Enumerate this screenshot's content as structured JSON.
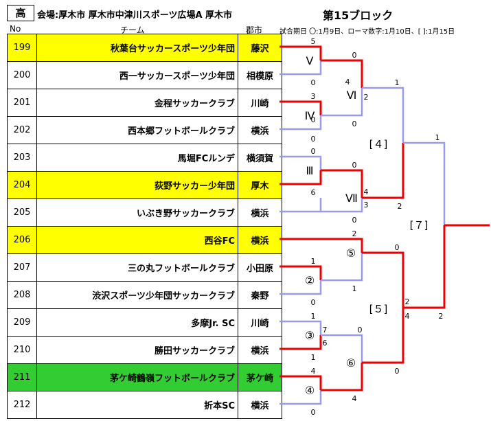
{
  "header": {
    "division": "高",
    "venue": "会場:厚木市  厚木市中津川スポーツ広場A  厚木市",
    "block_title": "第15ブロック",
    "legend": "試合期日 〇:1月9日、ローマ数字:1月10日、[ ]:1月15日",
    "col_no": "No",
    "col_team": "チーム",
    "col_city": "郡市"
  },
  "teams": [
    {
      "no": "199",
      "name": "秋葉台サッカースポーツ少年団",
      "city": "藤沢",
      "highlight": "yellow"
    },
    {
      "no": "200",
      "name": "西一サッカースポーツ少年団",
      "city": "相模原",
      "highlight": "none"
    },
    {
      "no": "201",
      "name": "金程サッカークラブ",
      "city": "川崎",
      "highlight": "none"
    },
    {
      "no": "202",
      "name": "西本郷フットボールクラブ",
      "city": "横浜",
      "highlight": "none"
    },
    {
      "no": "203",
      "name": "馬堀FCルンデ",
      "city": "横須賀",
      "highlight": "none"
    },
    {
      "no": "204",
      "name": "荻野サッカー少年団",
      "city": "厚木",
      "highlight": "yellow"
    },
    {
      "no": "205",
      "name": "いぶき野サッカークラブ",
      "city": "横浜",
      "highlight": "none"
    },
    {
      "no": "206",
      "name": "西谷FC",
      "city": "横浜",
      "highlight": "yellow"
    },
    {
      "no": "207",
      "name": "三の丸フットボールクラブ",
      "city": "小田原",
      "highlight": "none"
    },
    {
      "no": "208",
      "name": "渋沢スポーツ少年団サッカークラブ",
      "city": "秦野",
      "highlight": "none"
    },
    {
      "no": "209",
      "name": "多摩Jr. SC",
      "city": "川崎",
      "highlight": "none"
    },
    {
      "no": "210",
      "name": "勝田サッカークラブ",
      "city": "横浜",
      "highlight": "none"
    },
    {
      "no": "211",
      "name": "茅ケ崎鶴嶺フットボールクラブ",
      "city": "茅ケ崎",
      "highlight": "green"
    },
    {
      "no": "212",
      "name": "折本SC",
      "city": "横浜",
      "highlight": "none"
    }
  ],
  "colors": {
    "winner_line": "#ee0000",
    "loser_line": "#9999ee",
    "yellow": "#ffff00",
    "green": "#33cc33"
  },
  "matches": [
    {
      "label": "Ⅴ",
      "top": "5",
      "bottom": "0"
    },
    {
      "label": "Ⅳ",
      "top": "3",
      "bottom": "0"
    },
    {
      "label": "Ⅲ",
      "top": "0",
      "bottom": "6",
      "extra": "0"
    },
    {
      "label": "②",
      "top": "1",
      "bottom": "0"
    },
    {
      "label": "③",
      "top": "1",
      "bottom": "1"
    },
    {
      "label": "④",
      "top": "4",
      "bottom": "0"
    },
    {
      "label": "Ⅵ",
      "top": "0",
      "bottom": "0",
      "in_a": "4",
      "in_b": "2"
    },
    {
      "label": "Ⅶ",
      "top": "0",
      "bottom": "0",
      "in_a": "4",
      "in_b": "3"
    },
    {
      "label": "⑤",
      "top": "2",
      "bottom": "1"
    },
    {
      "label": "⑥",
      "top": "0",
      "bottom": "4",
      "in_a": "7",
      "in_b": "6"
    },
    {
      "label": "[４]",
      "top": "1",
      "bottom": "2"
    },
    {
      "label": "[５]",
      "top": "0",
      "bottom": "0",
      "in_a": "2",
      "in_b": "4"
    },
    {
      "label": "[７]",
      "top": "1",
      "bottom": "2"
    }
  ]
}
